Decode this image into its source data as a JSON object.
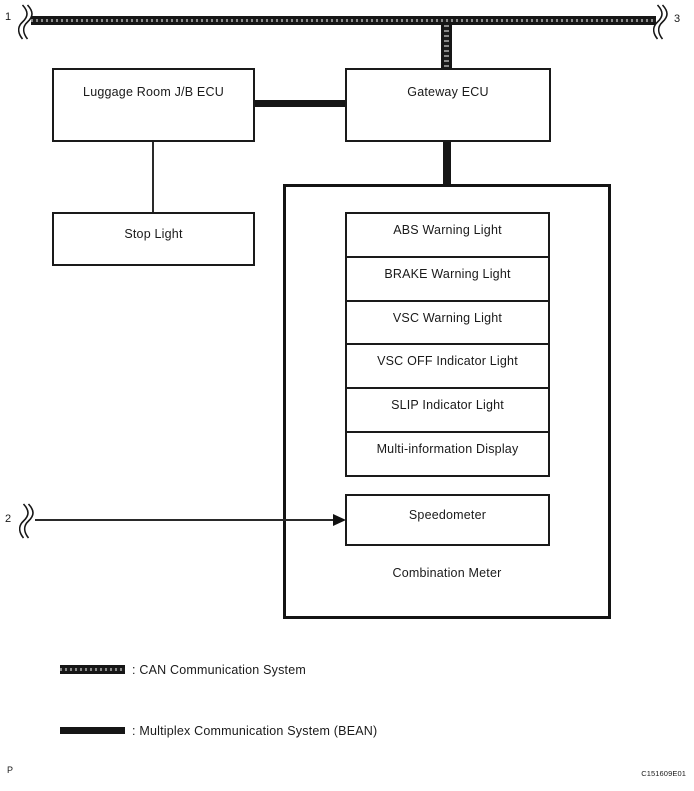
{
  "diagram": {
    "bus_labels": {
      "one": "1",
      "two": "2",
      "three": "3"
    },
    "boxes": {
      "luggage_ecu": "Luggage Room J/B ECU",
      "gateway_ecu": "Gateway ECU",
      "stop_light": "Stop Light",
      "combination_meter": "Combination Meter",
      "speedometer": "Speedometer",
      "meter_items": [
        "ABS Warning Light",
        "BRAKE Warning Light",
        "VSC Warning Light",
        "VSC OFF Indicator Light",
        "SLIP Indicator Light",
        "Multi-information Display"
      ]
    },
    "legend": {
      "can": ": CAN Communication System",
      "bean": ": Multiplex Communication System (BEAN)"
    },
    "footer": {
      "page_mark": "P",
      "figure_code": "C151609E01"
    },
    "colors": {
      "line": "#1a1a1a",
      "background": "#ffffff"
    }
  }
}
